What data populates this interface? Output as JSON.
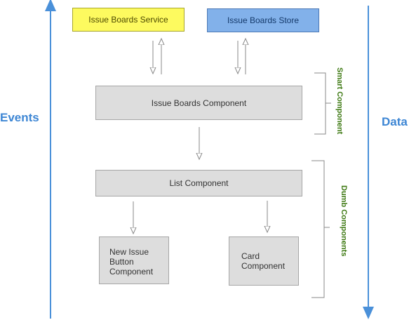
{
  "side_labels": {
    "left": "Events",
    "right": "Data"
  },
  "services": {
    "service": "Issue Boards Service",
    "store": "Issue Boards Store"
  },
  "components": {
    "issue_boards": "Issue Boards Component",
    "list": "List Component",
    "new_issue_button": "New Issue\nButton\nComponent",
    "card": "Card\nComponent"
  },
  "groups": {
    "smart": "Smart Component",
    "dumb": "Dumb Components"
  },
  "colors": {
    "axis_arrow": "#4a90d9",
    "group_label": "#3f7a14",
    "service_fill": "#fdfa5f",
    "store_fill": "#82b1ea",
    "component_fill": "#dddddd"
  }
}
